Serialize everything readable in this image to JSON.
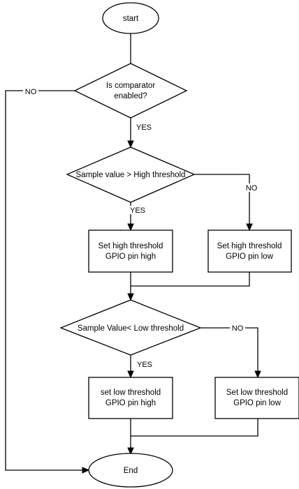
{
  "nodes": {
    "start": {
      "label": "start"
    },
    "is_enabled": {
      "line1": "Is comparator",
      "line2": "enabled?"
    },
    "high_check": {
      "label": "Sample value > High threshold"
    },
    "set_high_high": {
      "line1": "Set high threshold",
      "line2": "GPIO pin high"
    },
    "set_high_low": {
      "line1": "Set high threshold",
      "line2": "GPIO pin low"
    },
    "low_check": {
      "label": "Sample Value< Low threshold"
    },
    "set_low_high": {
      "line1": "set low threshold",
      "line2": "GPIO pin high"
    },
    "set_low_low": {
      "line1": "Set low threshold",
      "line2": "GPIO pin low"
    },
    "end": {
      "label": "End"
    }
  },
  "edges": {
    "enabled_no": "NO",
    "enabled_yes": "YES",
    "high_yes": "YES",
    "high_no": "NO",
    "low_yes": "YES",
    "low_no": "NO"
  }
}
